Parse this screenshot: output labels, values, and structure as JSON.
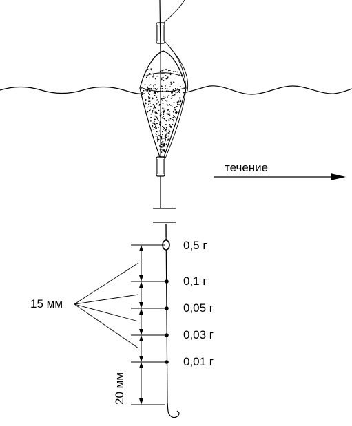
{
  "current_label": "течение",
  "weights": [
    "0,5 г",
    "0,1 г",
    "0,05 г",
    "0,03 г",
    "0,01 г"
  ],
  "spacing_label": "15 мм",
  "hook_gap_label": "20 мм",
  "colors": {
    "ink": "#000000",
    "background": "#ffffff"
  }
}
